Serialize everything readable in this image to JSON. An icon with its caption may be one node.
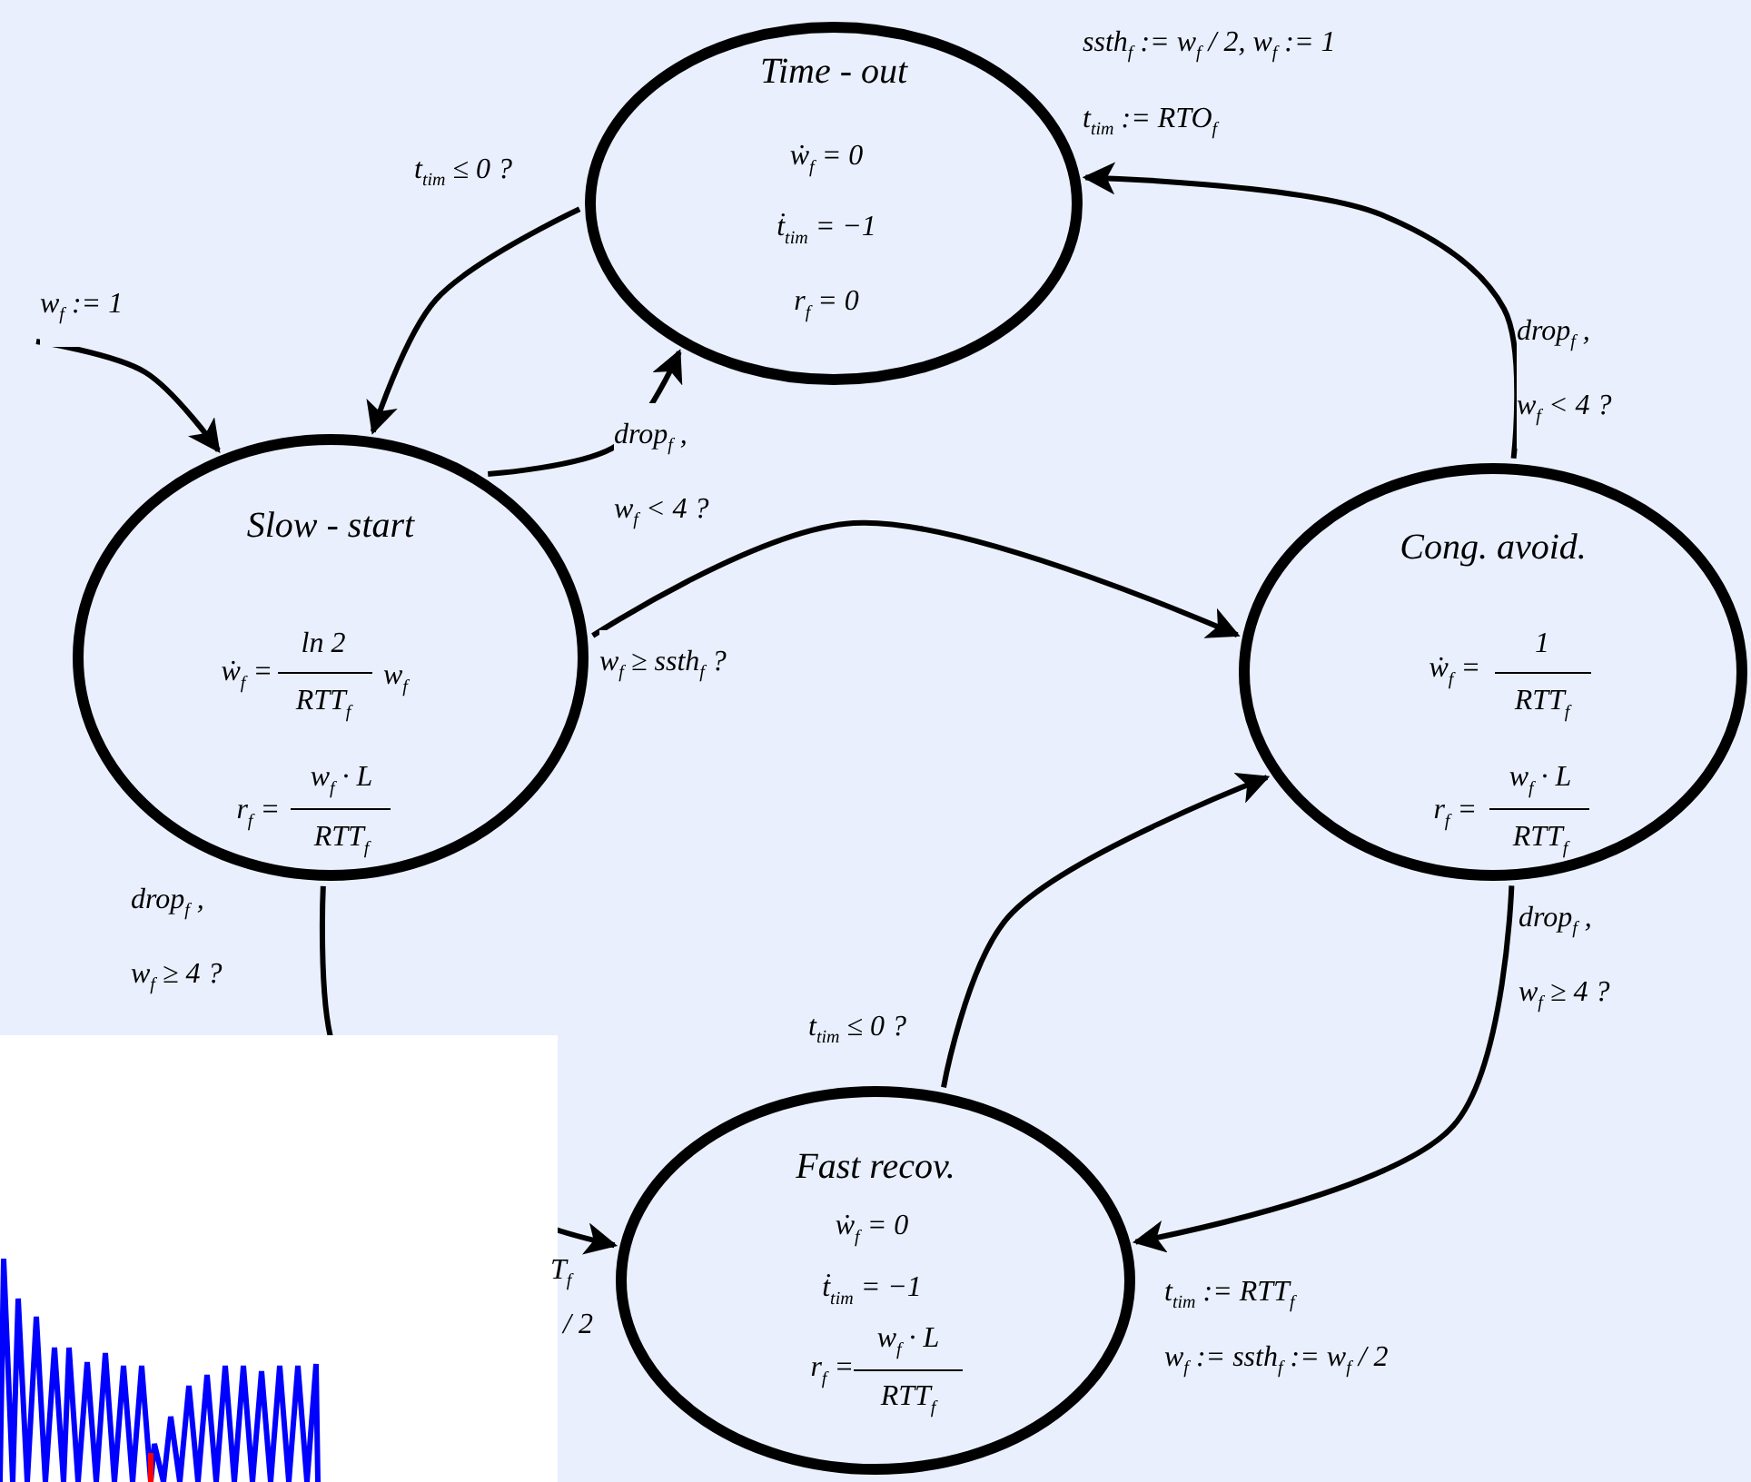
{
  "diagram": {
    "nodes": [
      {
        "text": [
          "Time - out",
          "ẇ$_{f}$ = 0",
          "ṫ$_{tim}$ = −1",
          "r$_{f}$ = 0"
        ]
      },
      {
        "text": [
          "Slow - start",
          "ẇ$_{f}$ =",
          "ln 2",
          "RTT$_{f}$",
          "w$_{f}$",
          "r$_{f}$ =",
          "w$_{f}$ · L",
          "RTT$_{f}$"
        ]
      },
      {
        "text": [
          "Cong.  avoid.",
          "ẇ$_{f}$ =",
          "1",
          "RTT$_{f}$",
          "r$_{f}$ =",
          "w$_{f}$ · L",
          "RTT$_{f}$"
        ]
      },
      {
        "text": [
          "Fast recov.",
          "ẇ$_{f}$ = 0",
          "ṫ$_{tim}$ = −1",
          "r$_{f}$ =",
          "w$_{f}$ · L",
          "RTT$_{f}$"
        ]
      }
    ],
    "edges": [
      {
        "from": null,
        "to": 1,
        "arrow": "to",
        "label": "w$_{f}$ := 1"
      },
      {
        "from": 0,
        "to": 1,
        "arrow": "to",
        "label": "t$_{tim}$ ≤ 0 ?"
      },
      {
        "from": 1,
        "to": 0,
        "arrow": "to",
        "label": "drop$_{f}$ , w$_{f}$ < 4 ?"
      },
      {
        "from": 2,
        "to": 0,
        "arrow": "to",
        "label": "drop$_{f}$ , w$_{f}$ < 4 ?"
      },
      {
        "from": 1,
        "to": 2,
        "arrow": "to",
        "label": "w$_{f}$ ≥ ssth$_{f}$ ?"
      },
      {
        "from": 1,
        "to": 3,
        "arrow": "to",
        "label": "drop$_{f}$ , w$_{f}$ ≥ 4 ?"
      },
      {
        "from": 3,
        "to": 2,
        "arrow": "to",
        "label": "t$_{tim}$ ≤ 0 ?"
      },
      {
        "from": 2,
        "to": 3,
        "arrow": "to",
        "label": "drop$_{f}$ , w$_{f}$ ≥ 4 ?"
      }
    ],
    "labels": [
      "ssth$_{f}$ := w$_{f}$ / 2, w$_{f}$ := 1",
      "t$_{tim}$ := RTO$_{f}$",
      "T$_{f}$",
      "/ 2",
      "t$_{tim}$ := RTT$_{f}$",
      "w$_{f}$ := ssth$_{f}$ := w$_{f}$ / 2"
    ]
  }
}
